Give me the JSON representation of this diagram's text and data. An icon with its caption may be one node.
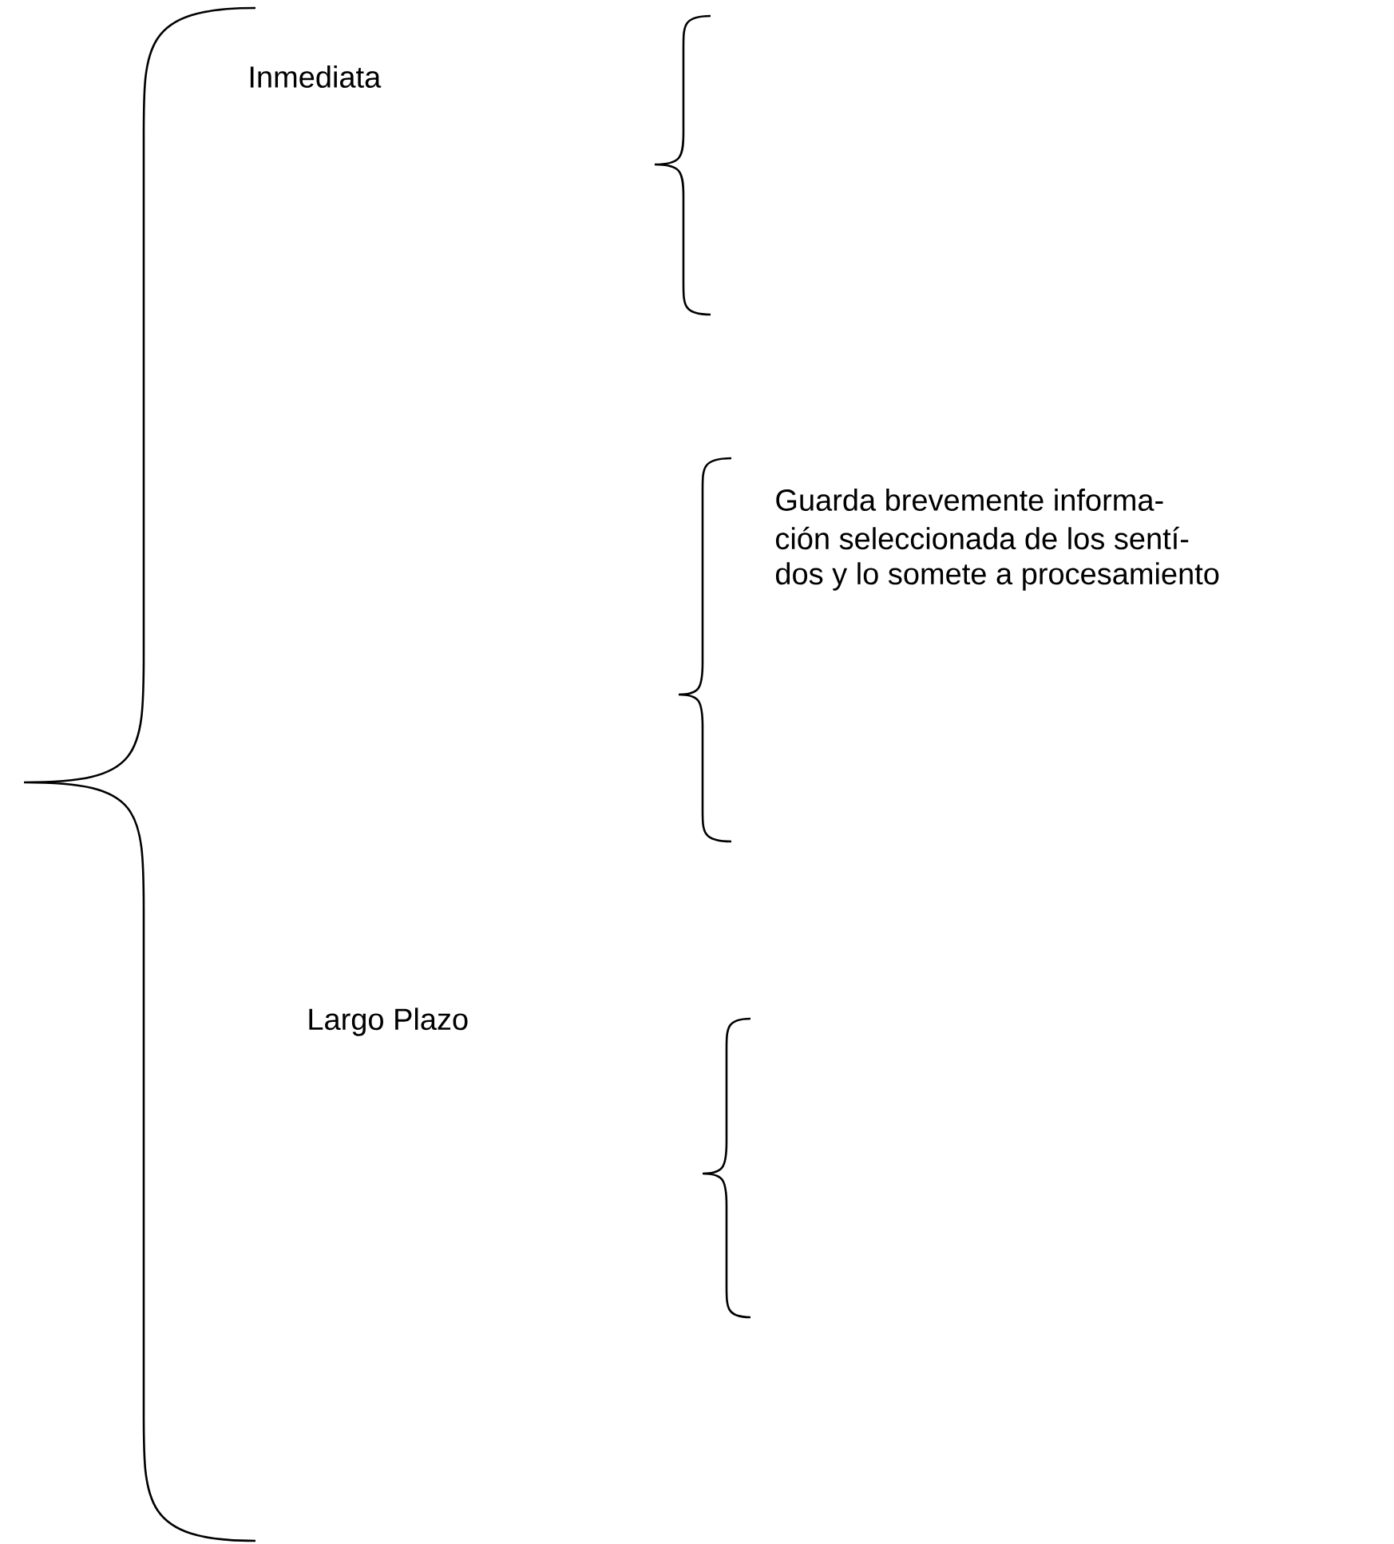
{
  "diagram": {
    "labels": [
      "Inmediata",
      "Guarda brevemente informa-",
      "ción seleccionada de los sentí-",
      "dos y lo somete a procesamiento",
      "Largo Plazo"
    ]
  }
}
